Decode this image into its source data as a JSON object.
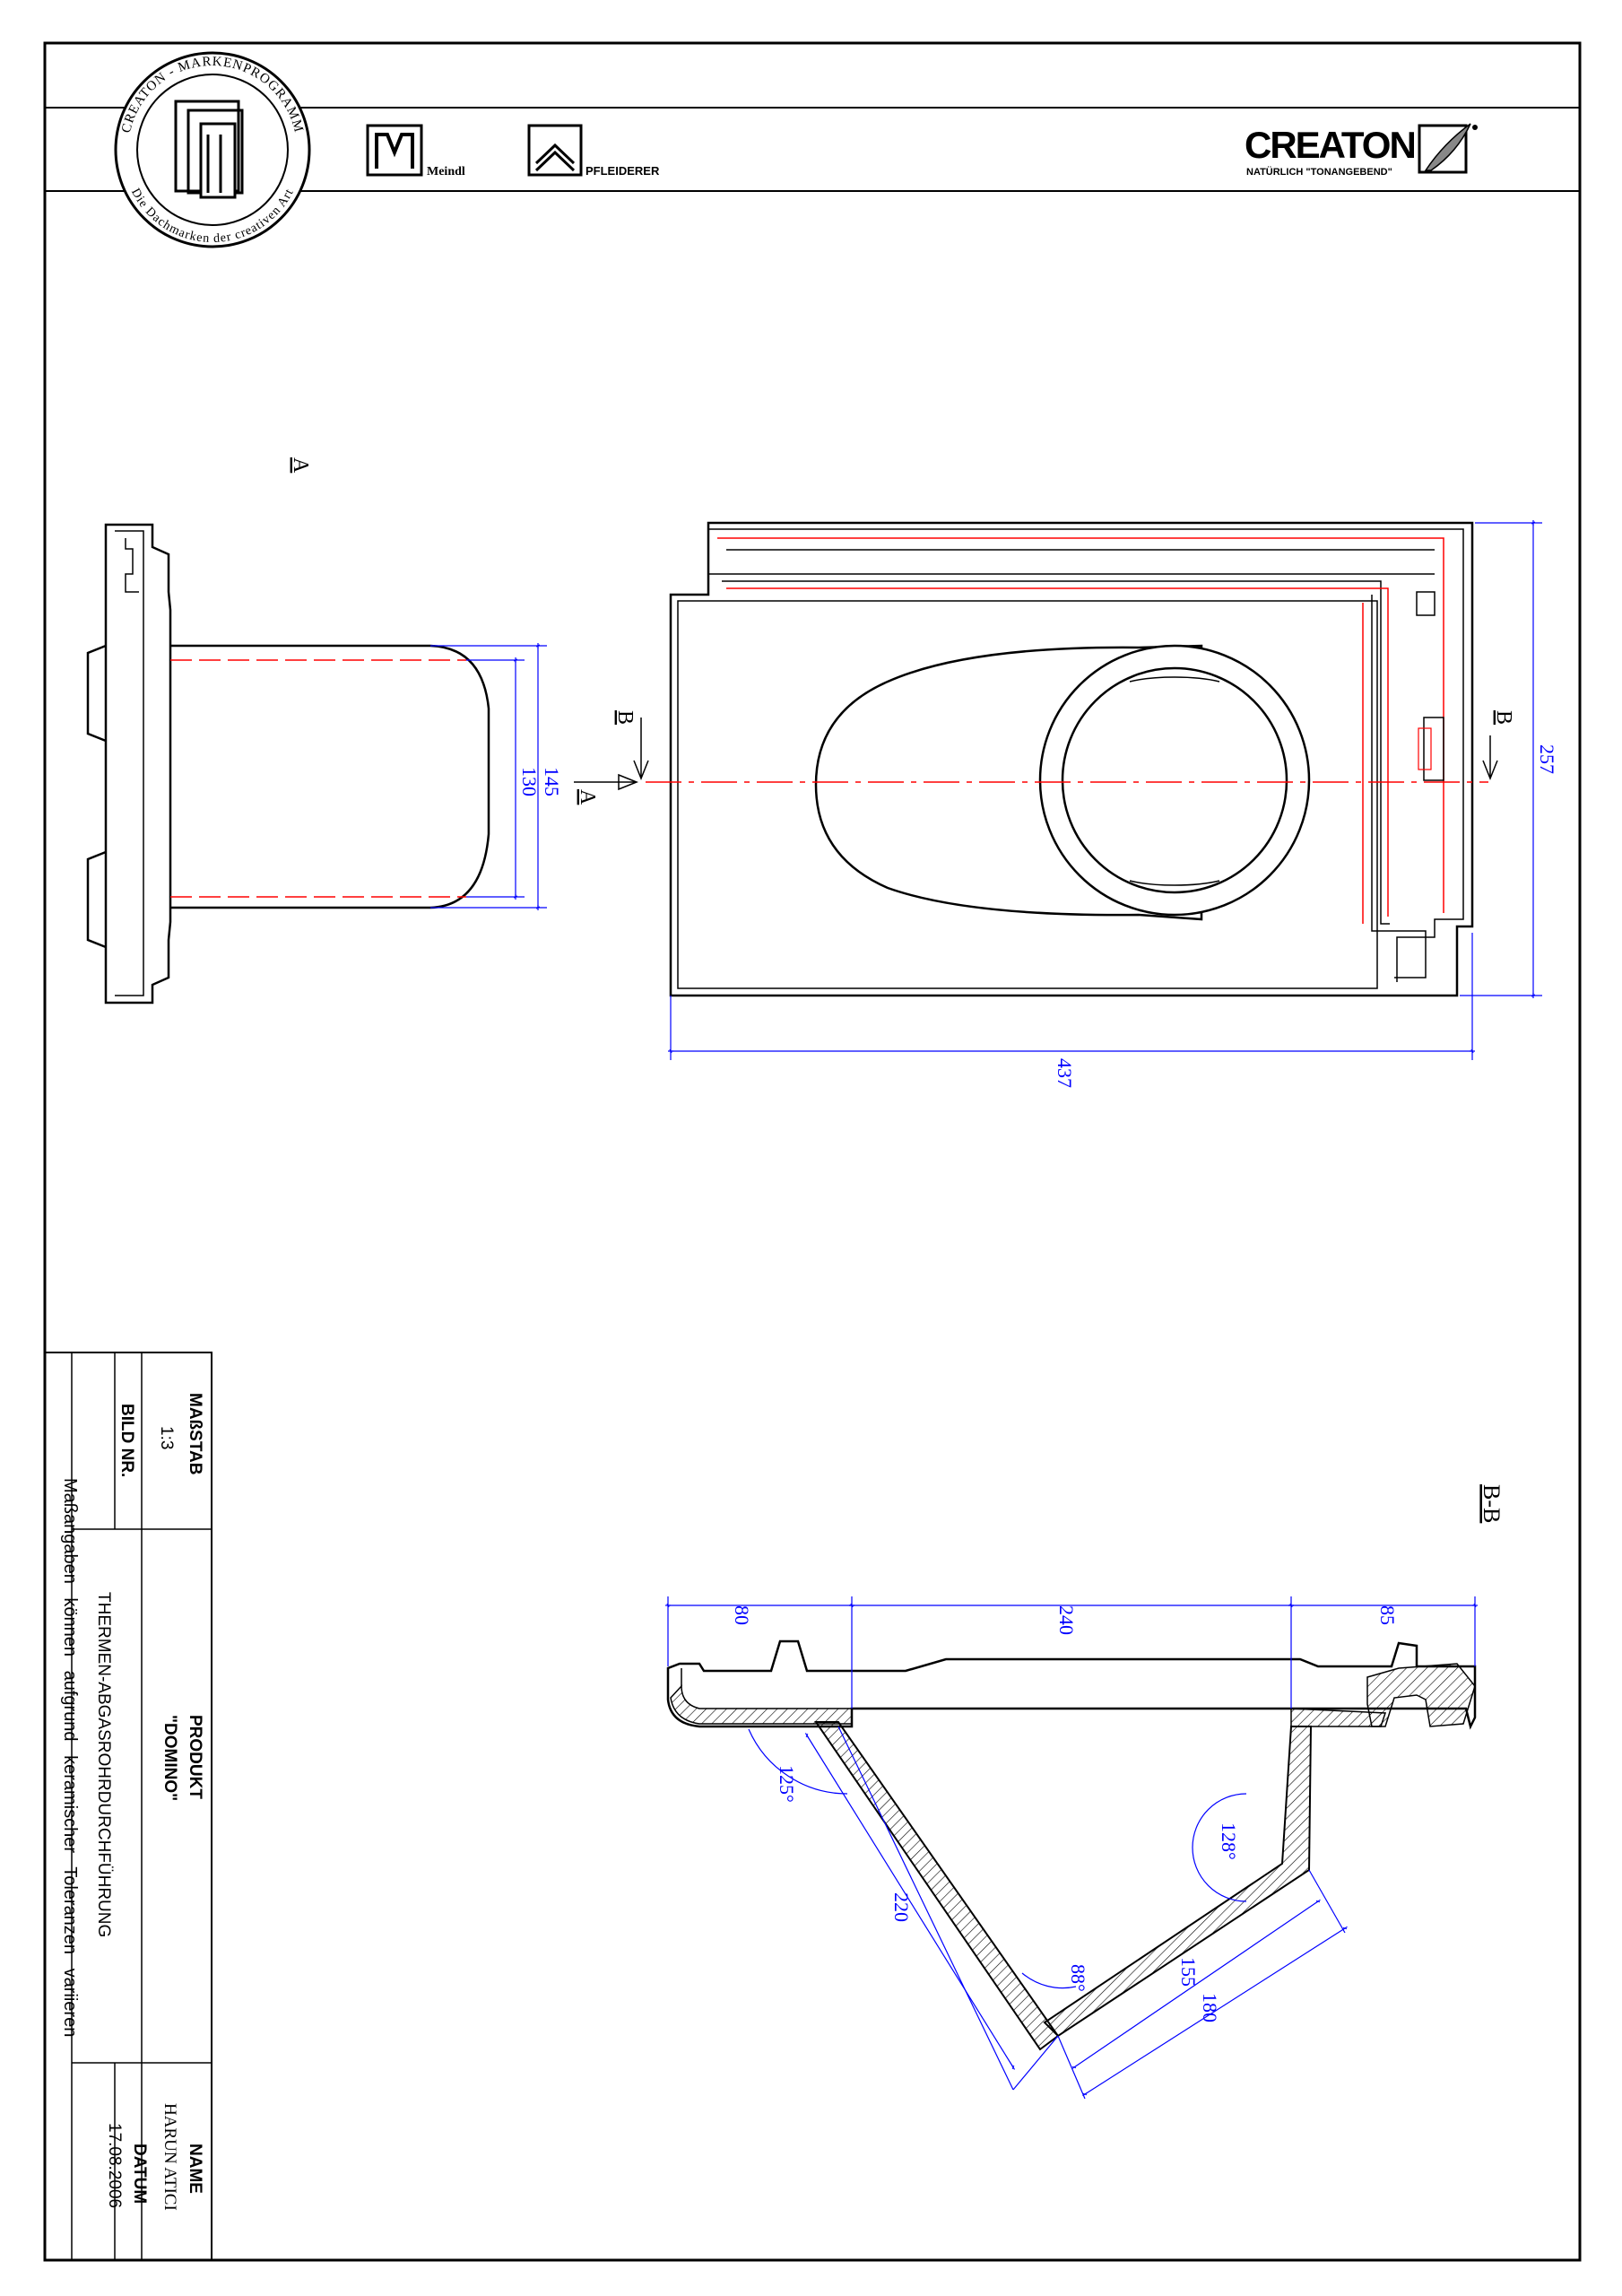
{
  "header": {
    "stamp": {
      "ring_top": "CREATON - MARKENPROGRAMM",
      "ring_bottom": "Die Dachmarken der creativen Art"
    },
    "brands": [
      {
        "name": "Meindl",
        "icon": "meindl-m-icon"
      },
      {
        "name": "PFLEIDERER",
        "icon": "pfleiderer-roof-icon"
      }
    ],
    "logo": {
      "brand": "CREATON",
      "slogan": "NATÜRLICH \"TONANGEBEND\"",
      "icon": "creaton-feather-icon"
    }
  },
  "views": {
    "view_a_label": "A",
    "section_b_marker": "B",
    "section_a_marker": "A",
    "section_bb_title": "B-B"
  },
  "dimensions": {
    "side_view": {
      "outer": "145",
      "inner": "130"
    },
    "top_view": {
      "width": "437",
      "height": "257"
    },
    "section": {
      "left_flange": "80",
      "middle": "240",
      "right_flange": "85",
      "angle_left": "125°",
      "angle_right": "128°",
      "angle_bottom": "88°",
      "pipe_length": "220",
      "inner_length": "155",
      "outer_length": "180"
    }
  },
  "title_block": {
    "scale_label": "MAßSTAB",
    "scale_value": "1:3",
    "drawing_no_label": "BILD NR.",
    "drawing_no_value": "",
    "product_label": "PRODUKT",
    "product_name": "\"DOMINO\"",
    "product_desc": "THERMEN-ABGASROHRDURCHFÜHRUNG",
    "name_label": "NAME",
    "name_value": "HARUN ATICI",
    "date_label": "DATUM",
    "date_value": "17.08.2006",
    "note": "Maßangaben können aufgrund keramischer Toleranzen variieren"
  },
  "colors": {
    "line": "#000000",
    "dimension": "#0000ff",
    "hidden": "#ff0000"
  }
}
